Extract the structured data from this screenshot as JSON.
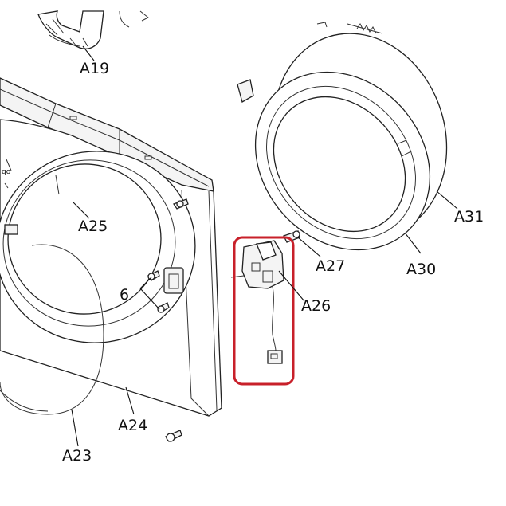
{
  "labels": {
    "a19": "A19",
    "a23": "A23",
    "a24": "A24",
    "a25": "A25",
    "a26": "A26",
    "a27": "A27",
    "a30": "A30",
    "a31": "A31",
    "six": "6"
  },
  "highlight": {
    "color": "#c8202a",
    "target": "A26"
  }
}
